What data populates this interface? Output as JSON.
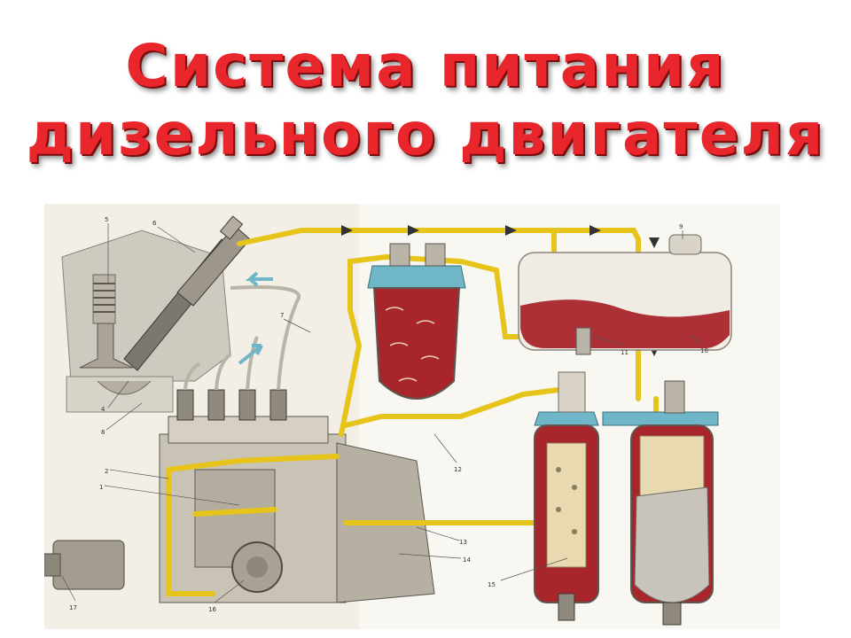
{
  "title": {
    "line1": "Система питания",
    "line2": "дизельного двигателя"
  },
  "colors": {
    "title": "#e8262b",
    "fuel_line": "#e6c41a",
    "fuel": "#a8262b",
    "housing": "#d9d4c7",
    "cover": "#6fb6c9",
    "filter_element": "#e9d9b0"
  },
  "callouts": {
    "n1": "1",
    "n2": "2",
    "n4": "4",
    "n5": "5",
    "n6": "6",
    "n7": "7",
    "n8": "8",
    "n9": "9",
    "n10": "10",
    "n11": "11",
    "n12": "12",
    "n13": "13",
    "n14": "14",
    "n15": "15",
    "n16": "16",
    "n17": "17"
  }
}
